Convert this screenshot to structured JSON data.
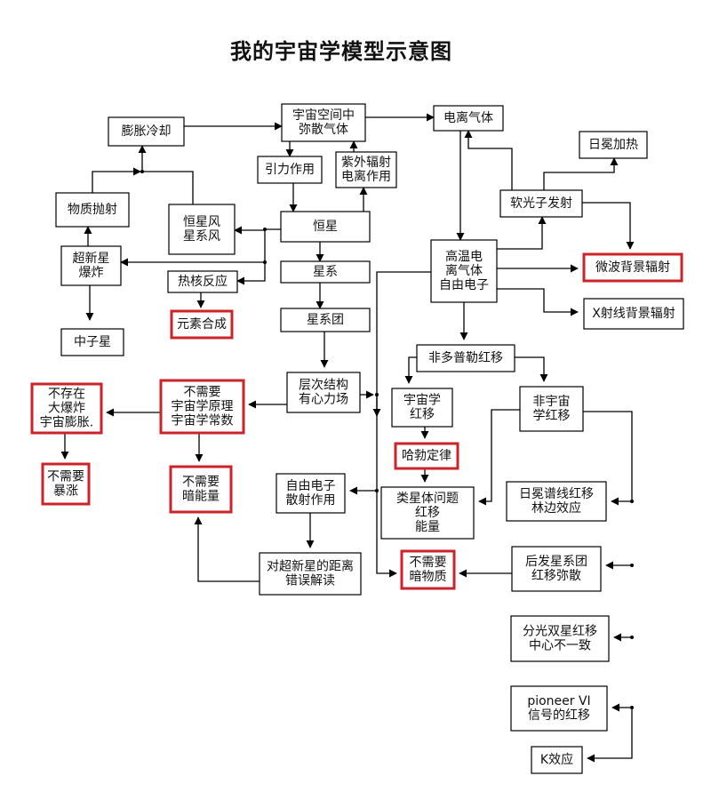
{
  "title": "我的宇宙学模型示意图",
  "colors": {
    "highlight": "#cc2229",
    "line": "#000000",
    "background": "#ffffff"
  },
  "nodes": [
    {
      "id": "expansion_cooling",
      "lines": [
        "膨胀冷却"
      ],
      "highlight": false
    },
    {
      "id": "diffuse_gas",
      "lines": [
        "宇宙空间中",
        "弥散气体"
      ],
      "highlight": false
    },
    {
      "id": "ionized_gas",
      "lines": [
        "电离气体"
      ],
      "highlight": false
    },
    {
      "id": "gravity",
      "lines": [
        "引力作用"
      ],
      "highlight": false
    },
    {
      "id": "uv_ionization",
      "lines": [
        "紫外辐射",
        "电离作用"
      ],
      "highlight": false
    },
    {
      "id": "corona_heating",
      "lines": [
        "日冕加热"
      ],
      "highlight": false
    },
    {
      "id": "mass_ejection",
      "lines": [
        "物质抛射"
      ],
      "highlight": false
    },
    {
      "id": "stellar_wind",
      "lines": [
        "恒星风",
        "星系风"
      ],
      "highlight": false
    },
    {
      "id": "star",
      "lines": [
        "恒星"
      ],
      "highlight": false
    },
    {
      "id": "soft_photon",
      "lines": [
        "软光子发射"
      ],
      "highlight": false
    },
    {
      "id": "supernova",
      "lines": [
        "超新星",
        "爆炸"
      ],
      "highlight": false
    },
    {
      "id": "galaxy",
      "lines": [
        "星系"
      ],
      "highlight": false
    },
    {
      "id": "hot_plasma",
      "lines": [
        "高温电",
        "离气体",
        "自由电子"
      ],
      "highlight": false
    },
    {
      "id": "microwave_bg",
      "lines": [
        "微波背景辐射"
      ],
      "highlight": true
    },
    {
      "id": "fusion",
      "lines": [
        "热核反应"
      ],
      "highlight": false
    },
    {
      "id": "nucleosynthesis",
      "lines": [
        "元素合成"
      ],
      "highlight": true
    },
    {
      "id": "xray_bg",
      "lines": [
        "X射线背景辐射"
      ],
      "highlight": false
    },
    {
      "id": "neutron_star",
      "lines": [
        "中子星"
      ],
      "highlight": false
    },
    {
      "id": "galaxy_cluster",
      "lines": [
        "星系团"
      ],
      "highlight": false
    },
    {
      "id": "non_doppler",
      "lines": [
        "非多普勒红移"
      ],
      "highlight": false
    },
    {
      "id": "no_big_bang",
      "lines": [
        "不存在",
        "大爆炸",
        "宇宙膨胀."
      ],
      "highlight": true
    },
    {
      "id": "no_principle",
      "lines": [
        "不需要",
        "宇宙学原理",
        "宇宙学常数"
      ],
      "highlight": true
    },
    {
      "id": "hierarchy",
      "lines": [
        "层次结构",
        "有心力场"
      ],
      "highlight": false
    },
    {
      "id": "cosmo_redshift",
      "lines": [
        "宇宙学",
        "红移"
      ],
      "highlight": false
    },
    {
      "id": "non_cosmo_redshift",
      "lines": [
        "非宇宙",
        "学红移"
      ],
      "highlight": false
    },
    {
      "id": "hubble_law",
      "lines": [
        "哈勃定律"
      ],
      "highlight": true
    },
    {
      "id": "no_inflation",
      "lines": [
        "不需要",
        "暴涨"
      ],
      "highlight": true
    },
    {
      "id": "no_dark_energy",
      "lines": [
        "不需要",
        "暗能量"
      ],
      "highlight": true
    },
    {
      "id": "free_electron_scatter",
      "lines": [
        "自由电子",
        "散射作用"
      ],
      "highlight": false
    },
    {
      "id": "quasar",
      "lines": [
        "类星体问题",
        "红移",
        "能量"
      ],
      "highlight": false
    },
    {
      "id": "solar_limb",
      "lines": [
        "日冕谱线红移",
        "林边效应"
      ],
      "highlight": false
    },
    {
      "id": "supernova_distance",
      "lines": [
        "对超新星的距离",
        "错误解读"
      ],
      "highlight": false
    },
    {
      "id": "no_dark_matter",
      "lines": [
        "不需要",
        "暗物质"
      ],
      "highlight": true
    },
    {
      "id": "cluster_dispersion",
      "lines": [
        "后发星系团",
        "红移弥散"
      ],
      "highlight": false
    },
    {
      "id": "binary_redshift",
      "lines": [
        "分光双星红移",
        "中心不一致"
      ],
      "highlight": false
    },
    {
      "id": "pioneer",
      "lines": [
        "pioneer VI",
        "信号的红移"
      ],
      "highlight": false
    },
    {
      "id": "k_effect",
      "lines": [
        "K效应"
      ],
      "highlight": false
    }
  ],
  "edges": [
    {
      "from": "expansion_cooling",
      "to": "diffuse_gas"
    },
    {
      "from": "diffuse_gas",
      "to": "ionized_gas"
    },
    {
      "from": "diffuse_gas",
      "to": "gravity"
    },
    {
      "from": "gravity",
      "to": "star"
    },
    {
      "from": "star",
      "to": "uv_ionization"
    },
    {
      "from": "uv_ionization",
      "to": "diffuse_gas"
    },
    {
      "from": "star",
      "to": "stellar_wind"
    },
    {
      "from": "star",
      "to": "supernova"
    },
    {
      "from": "star",
      "to": "fusion"
    },
    {
      "from": "star",
      "to": "galaxy"
    },
    {
      "from": "mass_ejection",
      "to": "expansion_cooling"
    },
    {
      "from": "stellar_wind",
      "to": "expansion_cooling"
    },
    {
      "from": "supernova",
      "to": "mass_ejection"
    },
    {
      "from": "supernova",
      "to": "neutron_star"
    },
    {
      "from": "fusion",
      "to": "nucleosynthesis"
    },
    {
      "from": "galaxy",
      "to": "galaxy_cluster"
    },
    {
      "from": "galaxy_cluster",
      "to": "hierarchy"
    },
    {
      "from": "ionized_gas",
      "to": "hot_plasma"
    },
    {
      "from": "soft_photon",
      "to": "ionized_gas"
    },
    {
      "from": "soft_photon",
      "to": "corona_heating"
    },
    {
      "from": "soft_photon",
      "to": "microwave_bg"
    },
    {
      "from": "hot_plasma",
      "to": "soft_photon"
    },
    {
      "from": "hot_plasma",
      "to": "microwave_bg"
    },
    {
      "from": "hot_plasma",
      "to": "xray_bg"
    },
    {
      "from": "hot_plasma",
      "to": "non_doppler"
    },
    {
      "from": "hot_plasma",
      "to": "hierarchy-bus"
    },
    {
      "from": "non_doppler",
      "to": "cosmo_redshift"
    },
    {
      "from": "non_doppler",
      "to": "non_cosmo_redshift"
    },
    {
      "from": "hierarchy",
      "to": "no_principle"
    },
    {
      "from": "no_principle",
      "to": "no_big_bang"
    },
    {
      "from": "no_principle",
      "to": "no_dark_energy"
    },
    {
      "from": "no_big_bang",
      "to": "no_inflation"
    },
    {
      "from": "cosmo_redshift",
      "to": "hubble_law"
    },
    {
      "from": "hubble_law",
      "to": "quasar"
    },
    {
      "from": "non_cosmo_redshift",
      "to": "quasar"
    },
    {
      "from": "non_cosmo_redshift",
      "to": "solar_limb"
    },
    {
      "from": "non_cosmo_redshift",
      "to": "cluster_dispersion"
    },
    {
      "from": "non_cosmo_redshift",
      "to": "binary_redshift"
    },
    {
      "from": "non_cosmo_redshift",
      "to": "pioneer"
    },
    {
      "from": "non_cosmo_redshift",
      "to": "k_effect"
    },
    {
      "from": "free_electron_scatter",
      "to": "supernova_distance"
    },
    {
      "from": "supernova_distance",
      "to": "no_dark_energy"
    },
    {
      "from": "cluster_dispersion",
      "to": "no_dark_matter"
    },
    {
      "from": "hierarchy-bus",
      "to": "free_electron_scatter"
    },
    {
      "from": "hierarchy-bus",
      "to": "no_dark_matter"
    }
  ]
}
